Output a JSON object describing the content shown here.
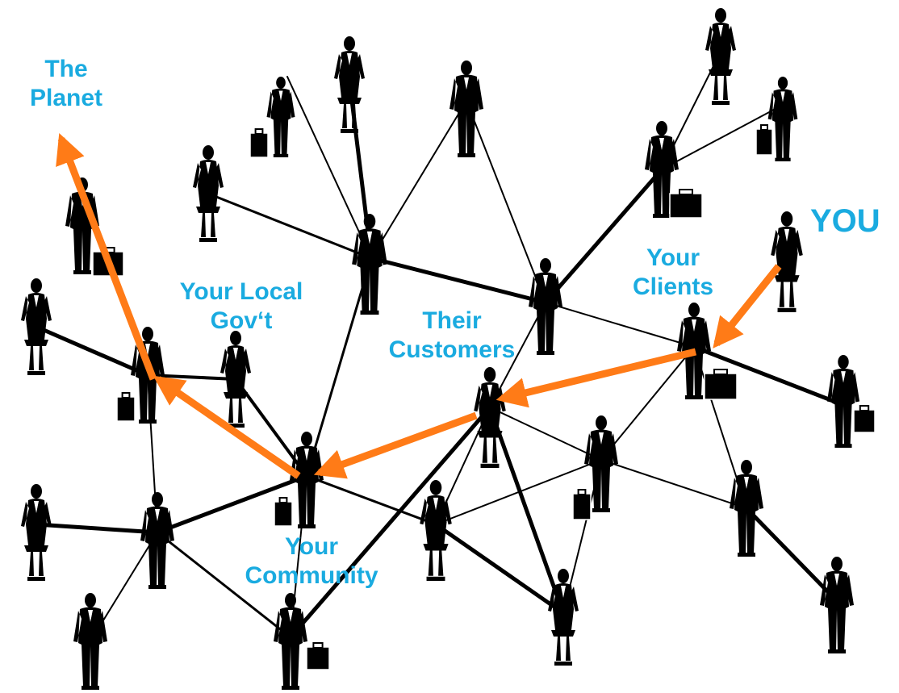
{
  "colors": {
    "label": "#1aabe0",
    "path": "#ff7b17",
    "network": "#000000",
    "background": "#ffffff"
  },
  "labels": {
    "the_planet_line1": "The",
    "the_planet_line2": "Planet",
    "you": "YOU",
    "your_clients_line1": "Your",
    "your_clients_line2": "Clients",
    "your_local_govt_line1": "Your Local",
    "your_local_govt_line2": "Gov‘t",
    "their_customers_line1": "Their",
    "their_customers_line2": "Customers",
    "your_community_line1": "Your",
    "your_community_line2": "Community"
  },
  "icons": {
    "person": "person-silhouette-icon",
    "briefcase": "briefcase-icon"
  }
}
